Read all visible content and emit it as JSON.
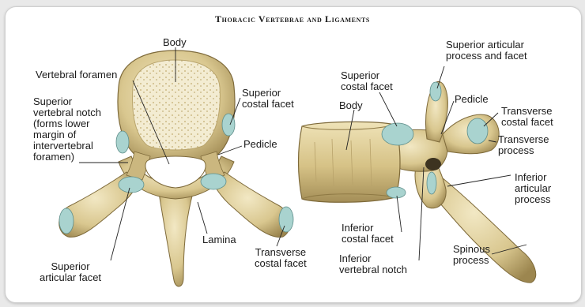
{
  "title": "Thoracic Vertebrae and Ligaments",
  "colors": {
    "bone": "#d9c78f",
    "bone_dark": "#a8925a",
    "bone_light": "#efe4bf",
    "cartilage": "#a9d3cf",
    "leader": "#222222"
  },
  "labels": {
    "body_top": "Body",
    "vertebral_foramen": "Vertebral foramen",
    "superior_vertebral_notch": "Superior\nvertebral notch\n(forms lower\nmargin of\nintervertebral\nforamen)",
    "superior_costal_facet_top": "Superior\ncostal facet",
    "pedicle_top": "Pedicle",
    "lamina": "Lamina",
    "superior_articular_facet": "Superior\narticular facet",
    "transverse_costal_facet_top": "Transverse\ncostal facet",
    "superior_costal_facet_side": "Superior\ncostal facet",
    "body_side": "Body",
    "superior_articular_process_facet": "Superior articular\nprocess and facet",
    "pedicle_side": "Pedicle",
    "transverse_costal_facet_side": "Transverse\ncostal facet",
    "transverse_process": "Transverse\nprocess",
    "inferior_articular_process": "Inferior\narticular\nprocess",
    "inferior_costal_facet": "Inferior\ncostal facet",
    "inferior_vertebral_notch": "Inferior\nvertebral notch",
    "spinous_process": "Spinous\nprocess"
  }
}
